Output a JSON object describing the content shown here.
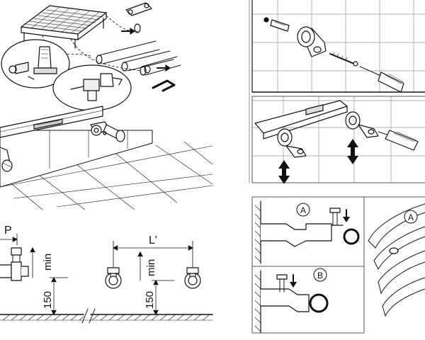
{
  "labels": {
    "p": "P",
    "min_left": "min",
    "h150_left": "150",
    "l_prime": "L'",
    "min_right": "min",
    "h150_right": "150",
    "a_top": "A",
    "a_side": "A",
    "b": "B"
  },
  "colors": {
    "line": "#111111",
    "tile": "#d8d8d8",
    "panel_border": "#555555",
    "background": "#ffffff"
  }
}
